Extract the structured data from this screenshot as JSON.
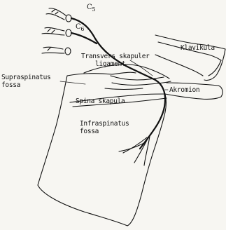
{
  "labels": {
    "c5_main": "C",
    "c5_sub": "5",
    "c6_main": "C",
    "c6_sub": "6",
    "klavikula": "Klavikula",
    "transverse_line1": "Transvers skapuler",
    "transverse_line2": "ligament",
    "supraspinatus_line1": "Supraspinatus",
    "supraspinatus_line2": "fossa",
    "akromion": "Akromion",
    "spina_skapula": "Spina skapula",
    "infraspinatus_line1": "Infraspinatus",
    "infraspinatus_line2": "fossa"
  },
  "colors": {
    "ink": "#111111",
    "paper": "#f7f6f2"
  }
}
